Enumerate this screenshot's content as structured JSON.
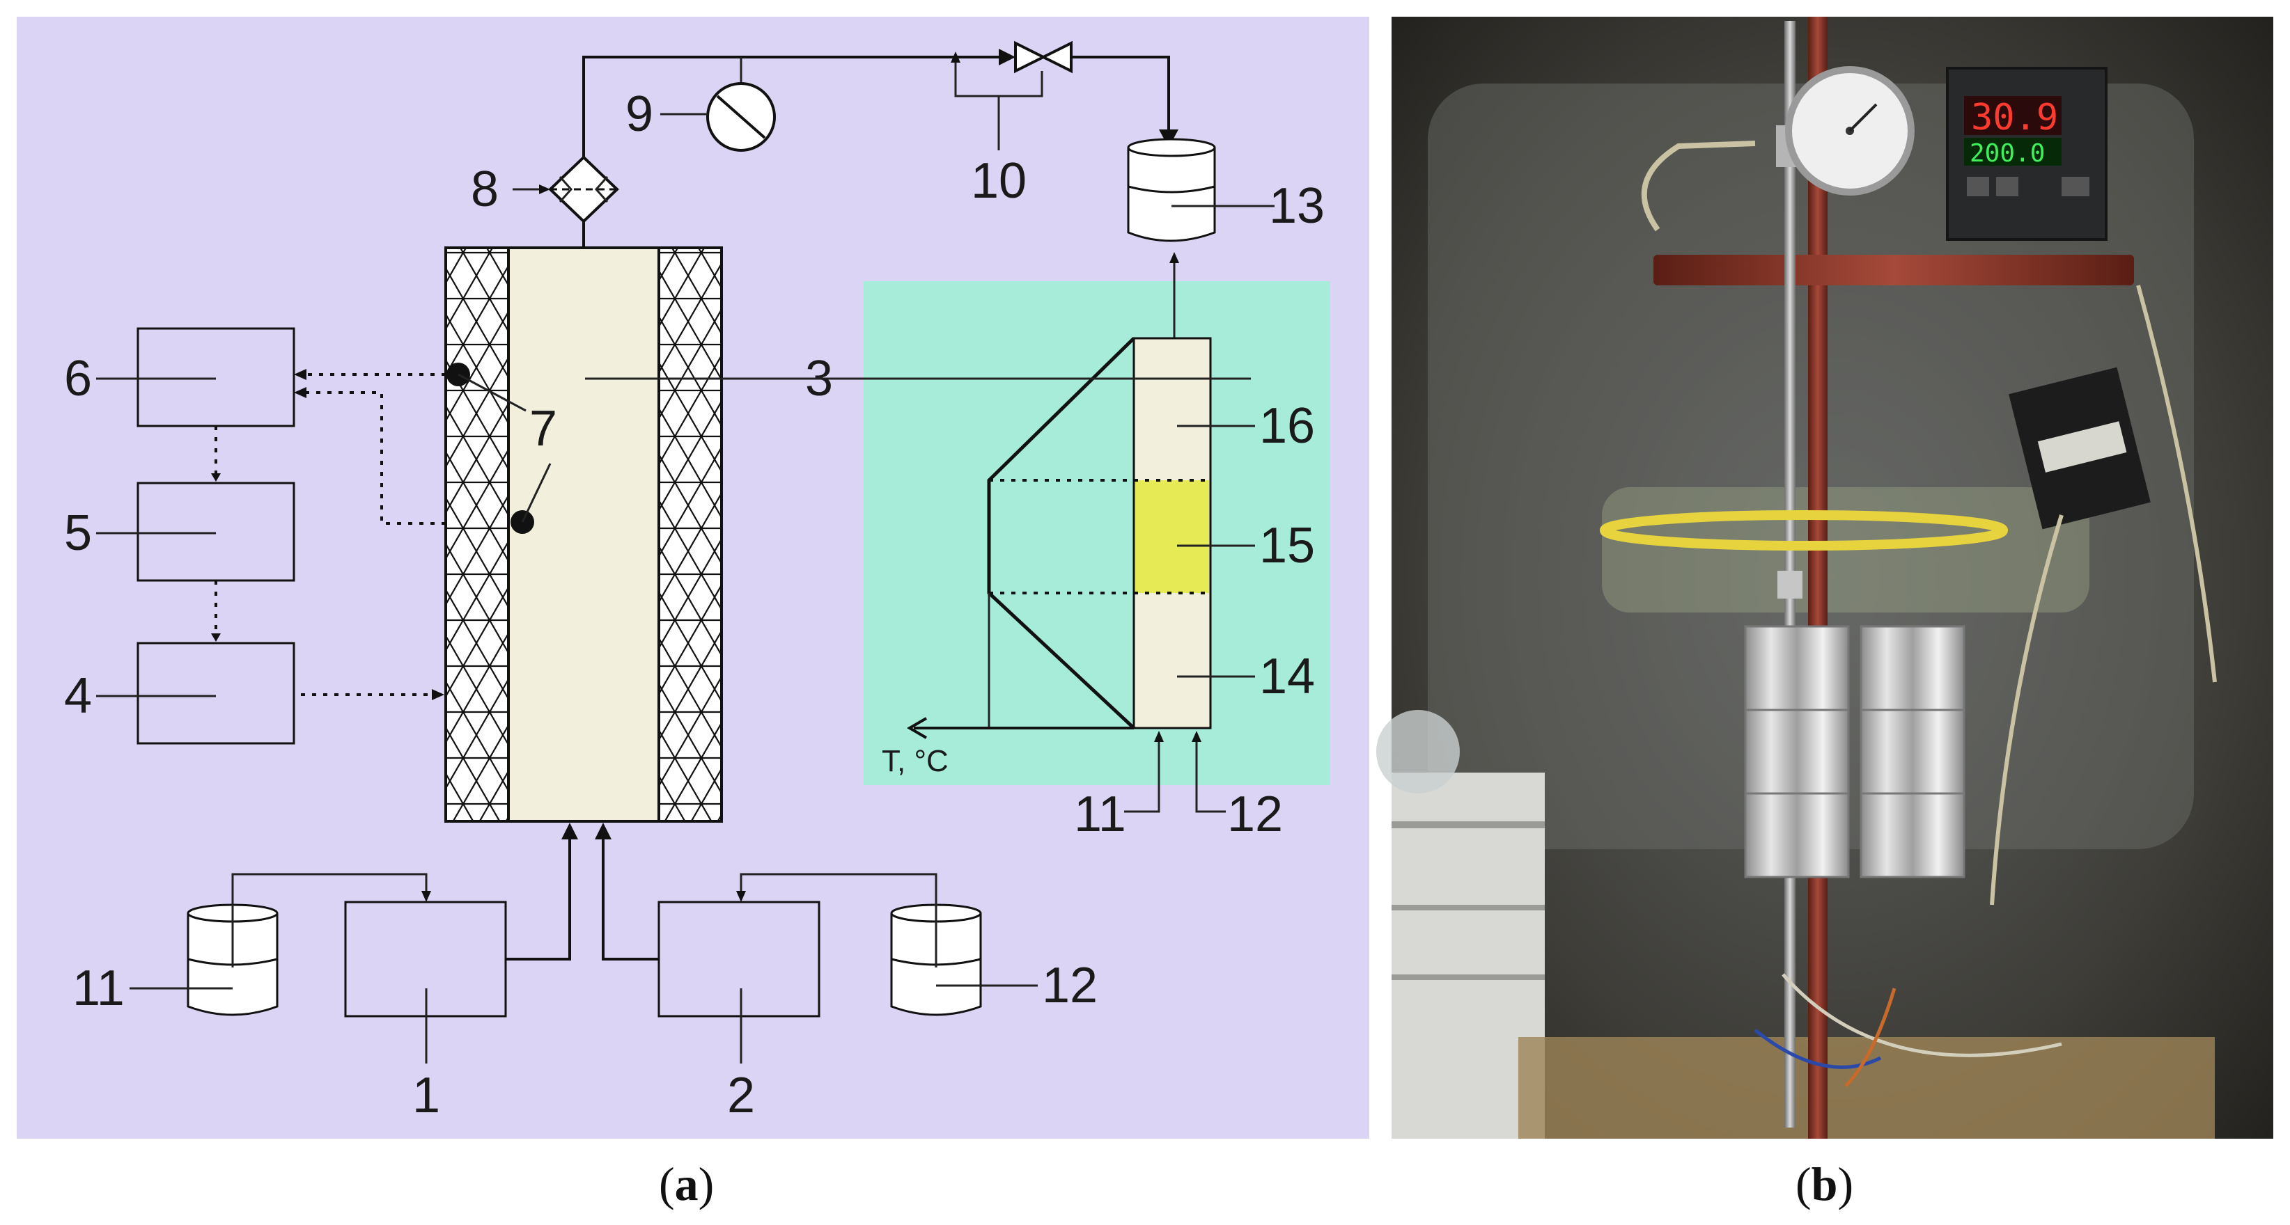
{
  "panel_a": {
    "caption_open": "(",
    "caption_letter": "a",
    "caption_close": ")",
    "background_color": "#dcd4f4",
    "inset_color": "#a6ecd9",
    "reactor_color": "#f2f0dc",
    "zone_color": "#e6ea55",
    "labels": {
      "n1": "1",
      "n2": "2",
      "n3": "3",
      "n4": "4",
      "n5": "5",
      "n6": "6",
      "n7": "7",
      "n8": "8",
      "n9": "9",
      "n10": "10",
      "n11_left": "11",
      "n12_right": "12",
      "n13": "13",
      "n14": "14",
      "n15": "15",
      "n16": "16",
      "n11_inset": "11",
      "n12_inset": "12",
      "axis": "T, °C"
    }
  },
  "panel_b": {
    "caption_open": "(",
    "caption_letter": "b",
    "caption_close": ")",
    "controller_top_reading": "30.9",
    "controller_bottom_reading": "200.0"
  }
}
